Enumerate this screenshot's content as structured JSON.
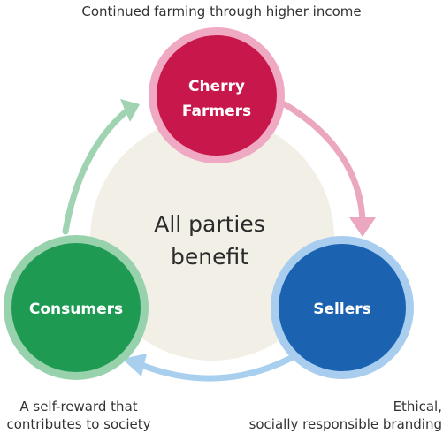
{
  "center": {
    "label_line1": "All parties",
    "label_line2": "benefit"
  },
  "nodes": {
    "cherry_farmers": {
      "label_line1": "Cherry",
      "label_line2": "Farmers",
      "caption": "Continued farming through higher income",
      "fill": "#c8174a",
      "ring": "#f0a9c3"
    },
    "sellers": {
      "label": "Sellers",
      "caption_line1": "Ethical,",
      "caption_line2": "socially responsible branding",
      "fill": "#1b63b0",
      "ring": "#a8cdef"
    },
    "consumers": {
      "label": "Consumers",
      "caption_line1": "A self-reward that",
      "caption_line2": "contributes to society",
      "fill": "#1e9a52",
      "ring": "#98d2ad"
    }
  },
  "arrows": {
    "farmers_to_sellers": "#eaa7bf",
    "sellers_to_consumers": "#a9cfee",
    "consumers_to_farmers": "#9fd3b1"
  },
  "background_circle": "#f2efe6"
}
